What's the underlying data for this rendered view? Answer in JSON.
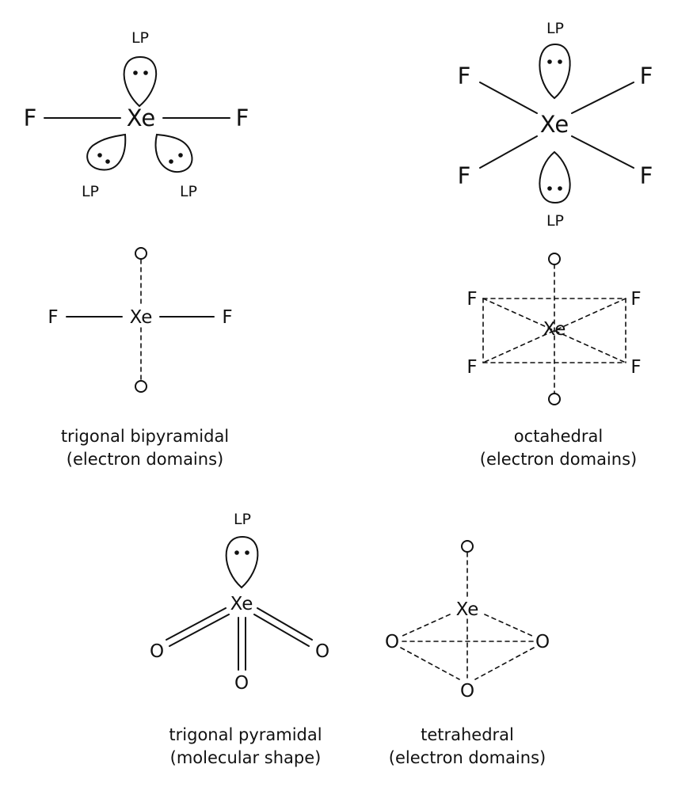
{
  "colors": {
    "ink": "#111111",
    "background": "#ffffff"
  },
  "labels": {
    "xe": "Xe",
    "f": "F",
    "o": "O",
    "lp": "LP"
  },
  "captions": {
    "trigonal_bipyramidal": {
      "line1": "trigonal bipyramidal",
      "line2": "(electron domains)"
    },
    "octahedral": {
      "line1": "octahedral",
      "line2": "(electron domains)"
    },
    "trigonal_pyramidal": {
      "line1": "trigonal pyramidal",
      "line2": "(molecular shape)"
    },
    "tetrahedral": {
      "line1": "tetrahedral",
      "line2": "(electron domains)"
    }
  }
}
